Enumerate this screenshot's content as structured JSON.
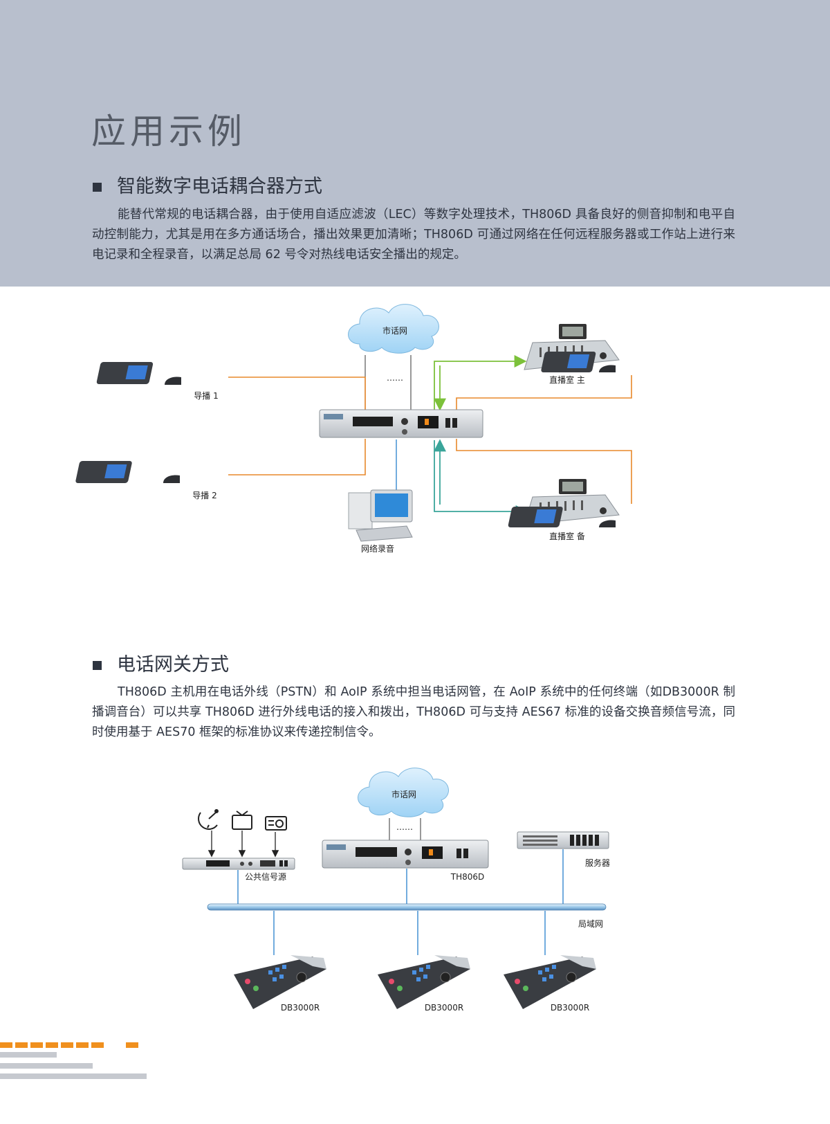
{
  "page": {
    "title": "应用示例"
  },
  "section1": {
    "heading": "智能数字电话耦合器方式",
    "lines": [
      "能替代常规的电话耦合器，由于使用自适应滤波（LEC）等数字处理技术，TH806D 具备良好的侧音抑",
      "制和电平自动控制能力，尤其是用在多方通话场合，播出效果更加清晰；TH806D 可通过网络在任何远程服",
      "务器或工作站上进行来电记录和全程录音，以满足总局 62 号令对热线电话安全播出的规定。"
    ],
    "diagram": {
      "cloud": "市话网",
      "dots": "……",
      "phone1": "导播 1",
      "phone2": "导播 2",
      "recorder": "网络录音",
      "studio_main": "直播室 主",
      "studio_backup": "直播室 备"
    }
  },
  "section2": {
    "heading": "电话网关方式",
    "lines": [
      "TH806D 主机用在电话外线（PSTN）和 AoIP 系统中担当电话网管，在 AoIP 系统中的任何终端（如",
      "DB3000R 制播调音台）可以共享 TH806D 进行外线电话的接入和拨出，TH806D 可与支持 AES67 标准的",
      "设备交换音频信号流，同时使用基于 AES70 框架的标准协议来传递控制信令。"
    ],
    "diagram": {
      "cloud": "市话网",
      "dots": "……",
      "source": "公共信号源",
      "device": "TH806D",
      "server": "服务器",
      "lan": "局域网",
      "console1": "DB3000R",
      "console2": "DB3000R",
      "console3": "DB3000R"
    }
  },
  "colors": {
    "header_band": "#b8bfcd",
    "orange_line": "#e8882a",
    "green_arrow": "#7cc13a",
    "teal_arrow": "#3aa59a",
    "blue_line": "#4f97d6",
    "footer_orange": "#f0901e",
    "footer_gray": "#c6c9cf"
  }
}
